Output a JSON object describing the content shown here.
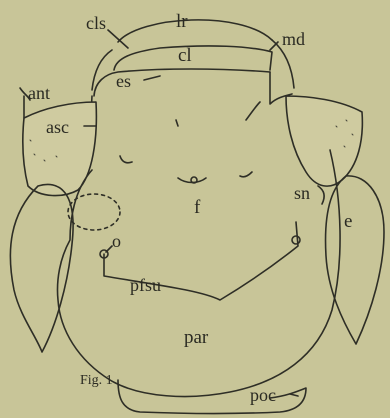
{
  "figure": {
    "caption": "Fig. 1",
    "colors": {
      "background": "#c8c598",
      "ink": "#2e2e26",
      "sclerite_fill": "#cfcba0"
    },
    "labels": {
      "cls": "cls",
      "lr": "lr",
      "md": "md",
      "cl": "cl",
      "es": "es",
      "ant": "ant",
      "asc": "asc",
      "f": "f",
      "sn": "sn",
      "e": "e",
      "o": "o",
      "pfsu": "pfsu",
      "par": "par",
      "poc": "poc"
    }
  }
}
